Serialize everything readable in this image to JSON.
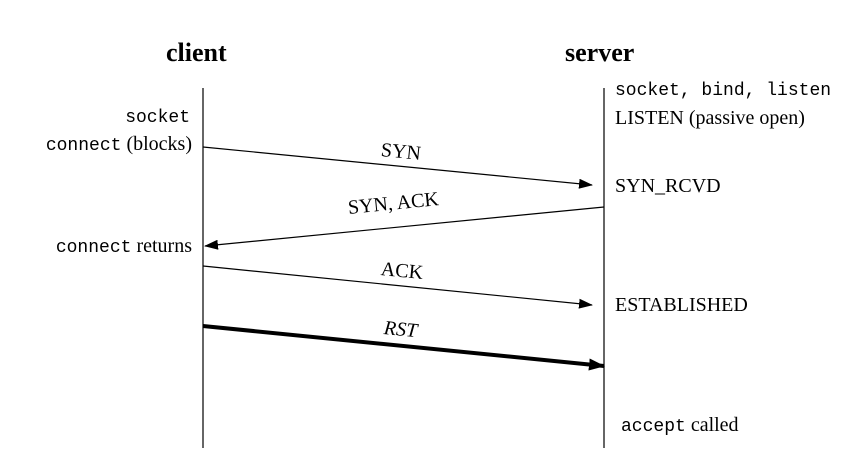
{
  "headers": {
    "client": "client",
    "server": "server"
  },
  "client_notes": {
    "socket": "socket",
    "connect_fn": "connect",
    "connect_suffix": " (blocks)",
    "connect_returns_fn": "connect",
    "connect_returns_suffix": " returns"
  },
  "server_notes": {
    "socket": "socket",
    "comma1": ", ",
    "bind": "bind",
    "comma2": ", ",
    "listen": "listen",
    "listen_state": "LISTEN (passive open)",
    "syn_rcvd": "SYN_RCVD",
    "established": "ESTABLISHED",
    "accept_fn": "accept",
    "accept_suffix": " called"
  },
  "messages": {
    "syn": "SYN",
    "syn_ack": "SYN, ACK",
    "ack": "ACK",
    "rst": "RST"
  }
}
